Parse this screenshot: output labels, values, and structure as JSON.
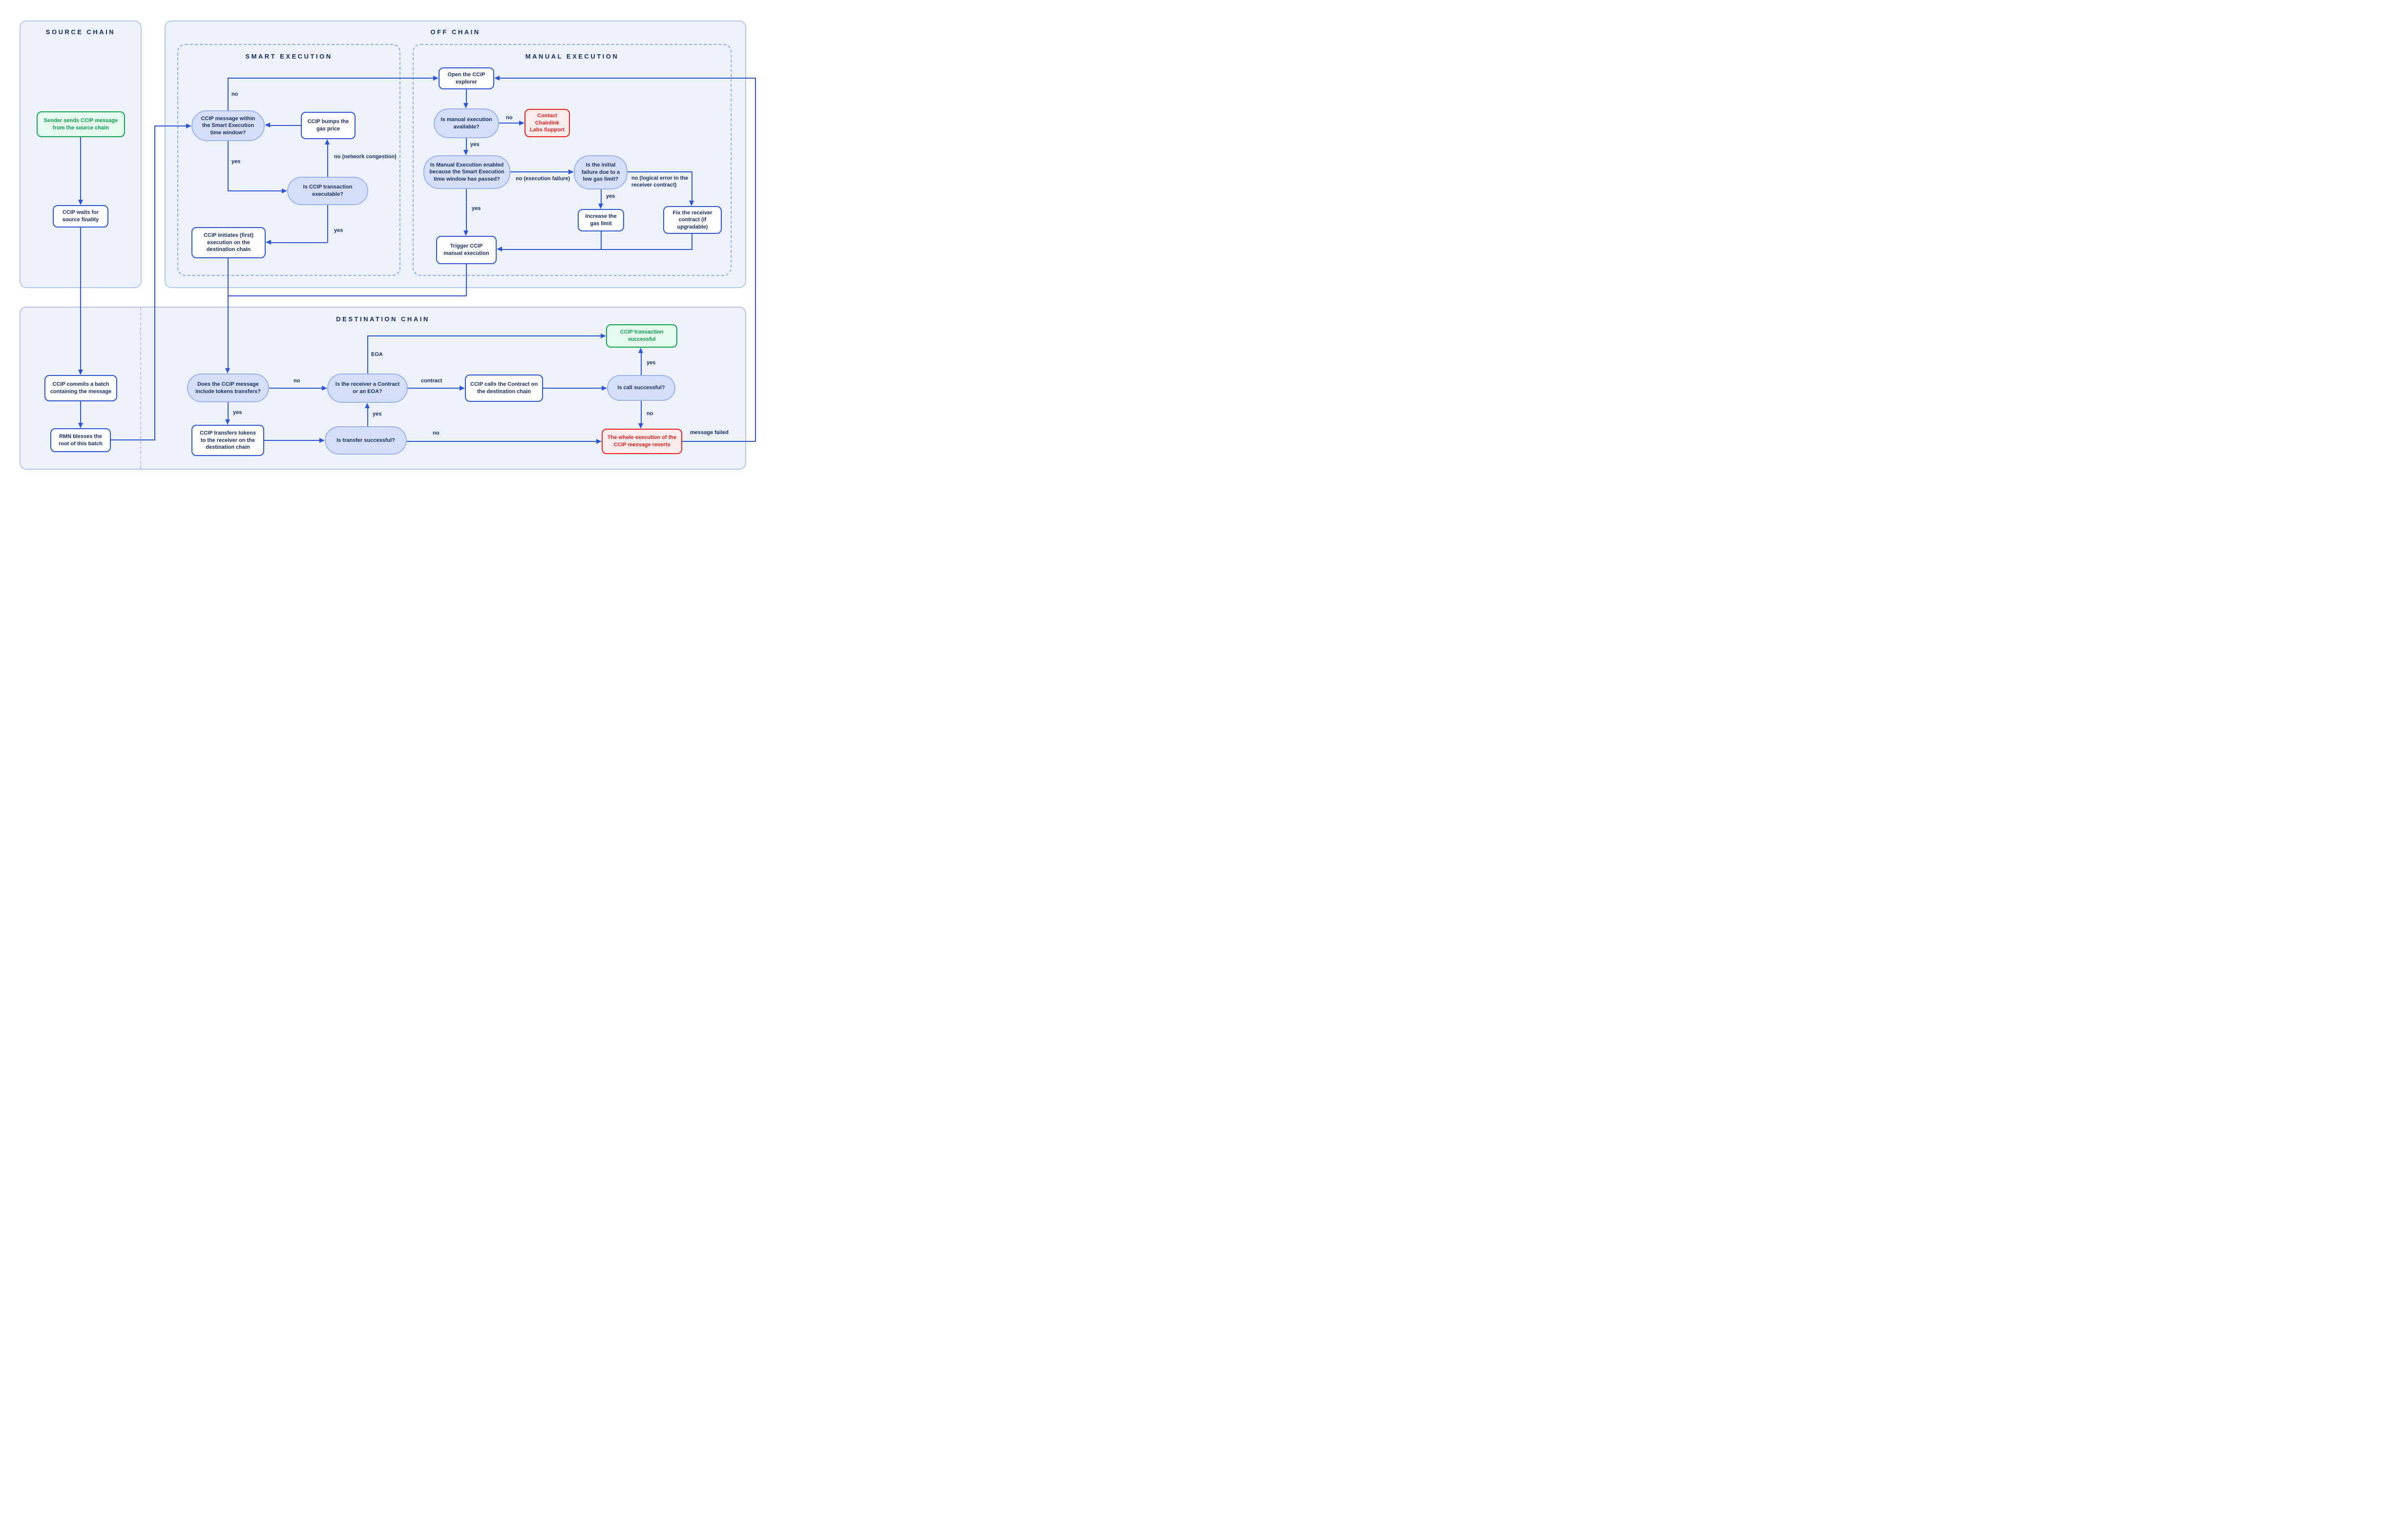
{
  "colors": {
    "accent_blue": "#2f55d4",
    "panel_background": "#edf1fb",
    "panel_border": "#b6c4ee",
    "dashed_border": "#94abe8",
    "pill_background": "#d4def7",
    "pill_border": "#9cb1ee",
    "navy_text": "#1c2f66",
    "success_green": "#12a251",
    "success_background": "#e4fbee",
    "error_red": "#e9201f",
    "error_background": "#fdecec"
  },
  "panels": {
    "source": {
      "title": "SOURCE CHAIN"
    },
    "offchain": {
      "title": "OFF CHAIN"
    },
    "smart": {
      "title": "SMART EXECUTION"
    },
    "manual": {
      "title": "MANUAL EXECUTION"
    },
    "destination": {
      "title": "DESTINATION CHAIN"
    }
  },
  "nodes": {
    "sender": {
      "text": "Sender sends CCIP message from the source chain"
    },
    "waits": {
      "text": "CCIP waits for source finality"
    },
    "commits": {
      "text": "CCIP commits a batch containing the message"
    },
    "rmn": {
      "text": "RMN blesses the root of this batch"
    },
    "window": {
      "text": "CCIP message within the Smart Execution time window?"
    },
    "bumps": {
      "text": "CCIP bumps the gas price"
    },
    "executable": {
      "text": "Is CCIP transaction executable?"
    },
    "initiates": {
      "text": "CCIP initiates (first) execution on the destination chain"
    },
    "open_explorer": {
      "text": "Open the CCIP explorer"
    },
    "manual_available": {
      "text": "Is manual execution available?"
    },
    "contact_support": {
      "text": "Contact Chainlink Labs Support"
    },
    "manual_enabled": {
      "text": "Is Manual Execution enabled because the Smart Execution time window has passed?"
    },
    "low_gas": {
      "text": "Is the initial failure due to a low gas limit?"
    },
    "increase_gas": {
      "text": "Increase the gas limit"
    },
    "fix_receiver": {
      "text": "Fix the receiver contract (if upgradable)"
    },
    "trigger_manual": {
      "text": "Trigger CCIP manual execution"
    },
    "tokens_transfers": {
      "text": "Does the CCIP message include tokens transfers?"
    },
    "receiver_type": {
      "text": "Is the receiver a Contract or an EOA?"
    },
    "calls_contract": {
      "text": "CCIP calls the Contract on the destination chain"
    },
    "call_successful": {
      "text": "Is call successful?"
    },
    "tx_successful": {
      "text": "CCIP transaction successful"
    },
    "transfers_tokens": {
      "text": "CCIP transfers tokens to the receiver on the destination chain"
    },
    "transfer_successful": {
      "text": "Is transfer successful?"
    },
    "execution_reverts": {
      "text": "The whole execution of the CCIP message reverts"
    }
  },
  "edge_labels": {
    "se_no": "no",
    "se_yes": "yes",
    "congestion_no": "no (network congestion)",
    "exec_yes": "yes",
    "avail_no": "no",
    "avail_yes": "yes",
    "exec_failure_no": "no (execution failure)",
    "enabled_yes": "yes",
    "lowgas_yes": "yes",
    "logical_no": "no (logical error in the receiver contract)",
    "eoa": "EOA",
    "tokens_no": "no",
    "contract": "contract",
    "tokens_yes": "yes",
    "receiver_yes": "yes",
    "call_yes": "yes",
    "call_no": "no",
    "transfer_no": "no",
    "message_failed": "message failed"
  }
}
